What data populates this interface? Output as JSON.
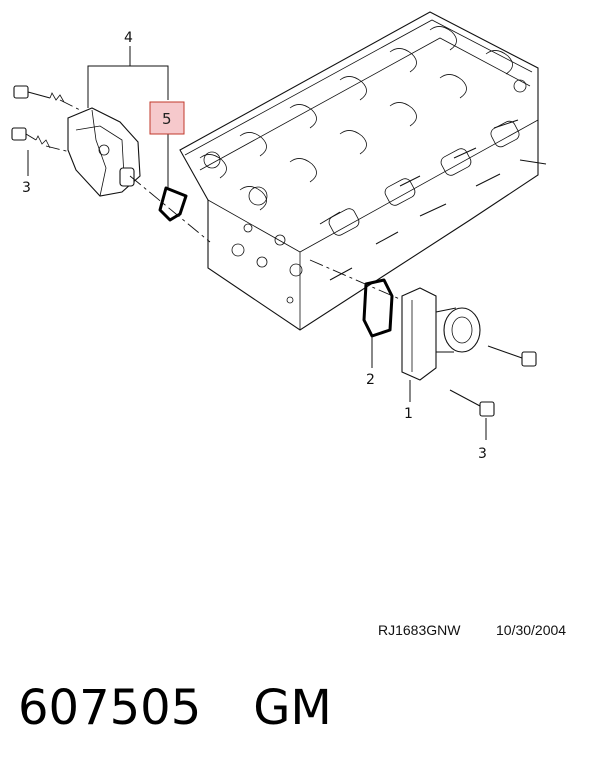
{
  "callouts": {
    "c1": "1",
    "c2": "2",
    "c3_left": "3",
    "c3_right": "3",
    "c4": "4",
    "c5": "5"
  },
  "highlight_color": "#f6c9cc",
  "highlight_border": "#c0392b",
  "drawing_code": "RJ1683GNW",
  "drawing_date": "10/30/2004",
  "part_number": "607505",
  "brand": "GM"
}
